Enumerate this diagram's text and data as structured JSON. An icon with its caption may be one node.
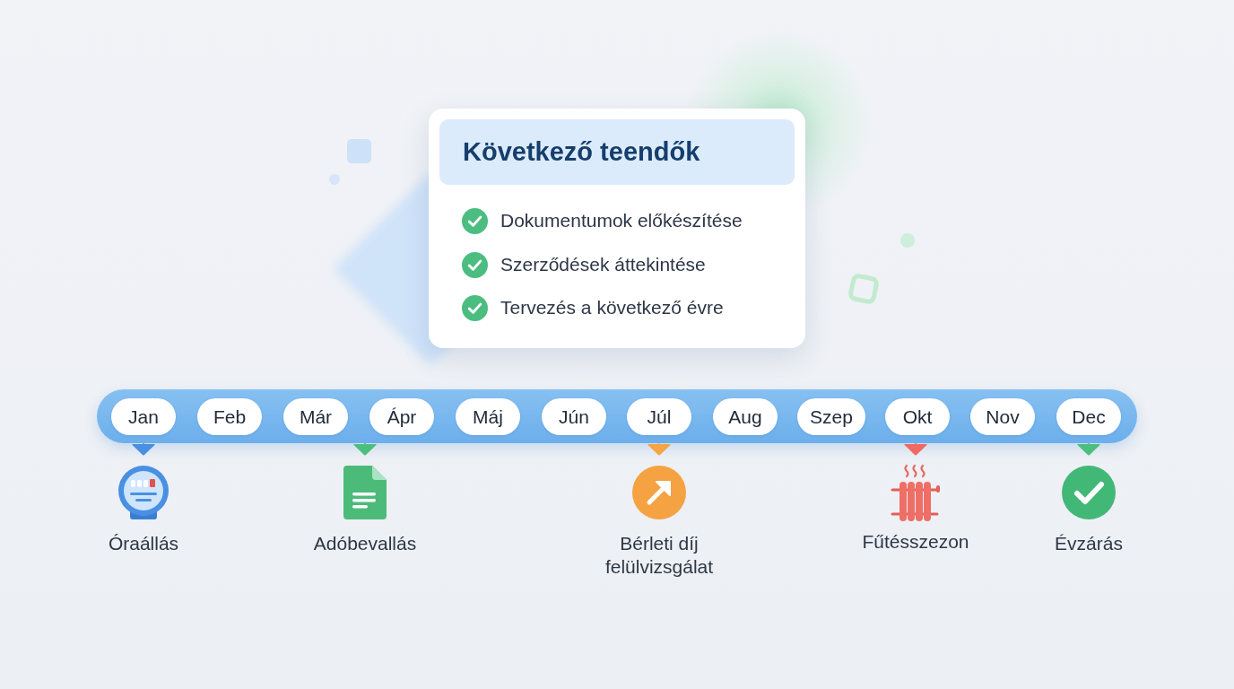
{
  "diagram": {
    "nodes": [
      {
        "text": [
          "Következő teendők",
          "Dokumentumok előkészítése",
          "Szerződések áttekintése",
          "Tervezés a következő évre"
        ]
      },
      {
        "text": [],
        "shape": "bar"
      },
      {
        "text": [
          "Jan"
        ],
        "in": 1
      },
      {
        "text": [
          "Feb"
        ],
        "in": 1
      },
      {
        "text": [
          "Már"
        ],
        "in": 1
      },
      {
        "text": [
          "Ápr"
        ],
        "in": 1
      },
      {
        "text": [
          "Máj"
        ],
        "in": 1
      },
      {
        "text": [
          "Jún"
        ],
        "in": 1
      },
      {
        "text": [
          "Júl"
        ],
        "in": 1
      },
      {
        "text": [
          "Aug"
        ],
        "in": 1
      },
      {
        "text": [
          "Szep"
        ],
        "in": 1
      },
      {
        "text": [
          "Okt"
        ],
        "in": 1
      },
      {
        "text": [
          "Nov"
        ],
        "in": 1
      },
      {
        "text": [
          "Dec"
        ],
        "in": 1
      },
      {
        "text": [
          "Óraállás"
        ]
      },
      {
        "text": [
          "Adóbevallás"
        ]
      },
      {
        "text": [
          "Bérleti díj felülvizsgálat"
        ]
      },
      {
        "text": [
          "Fűtésszezon"
        ]
      },
      {
        "text": [
          "Évzárás"
        ]
      }
    ],
    "edges": [
      {
        "from": 1,
        "to": 14,
        "arrow": "to",
        "color": "#4a8fe0"
      },
      {
        "from": 1,
        "to": 15,
        "arrow": "to",
        "color": "#4cbf7f"
      },
      {
        "from": 1,
        "to": 16,
        "arrow": "to",
        "color": "#f5a446"
      },
      {
        "from": 1,
        "to": 17,
        "arrow": "to",
        "color": "#ef6a62"
      },
      {
        "from": 1,
        "to": 18,
        "arrow": "to",
        "color": "#4cbf7f"
      }
    ]
  }
}
